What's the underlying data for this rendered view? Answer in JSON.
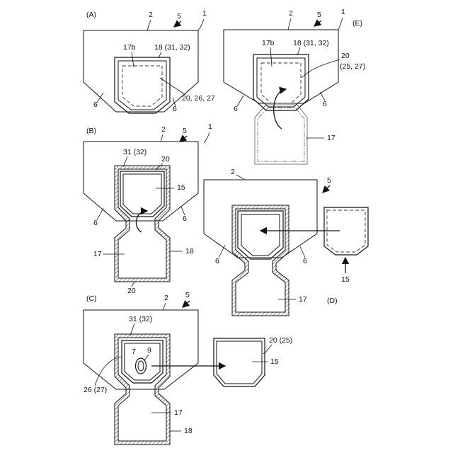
{
  "panels": {
    "A": {
      "label": "(A)",
      "refs": {
        "r2": "2",
        "r5": "5",
        "r1": "1",
        "r17b": "17b",
        "r18": "18 (31, 32)",
        "r20": "20, 26, 27",
        "r6l": "6",
        "r6r": "6"
      }
    },
    "E": {
      "label": "(E)",
      "refs": {
        "r2": "2",
        "r5": "5",
        "r1": "1",
        "r17b": "17b",
        "r18": "18 (31, 32)",
        "r20a": "20",
        "r20b": "(25, 27)",
        "r6l": "6",
        "r6r": "6",
        "r17": "17"
      }
    },
    "B": {
      "label": "(B)",
      "refs": {
        "r2": "2",
        "r5": "5",
        "r1": "1",
        "r31": "31 (32)",
        "r20top": "20",
        "r15": "15",
        "r6l": "6",
        "r6r": "6",
        "r17": "17",
        "r18": "18",
        "r20bot": "20"
      }
    },
    "D": {
      "label": "(D)",
      "refs": {
        "r2": "2",
        "r5": "5",
        "r6l": "6",
        "r6r": "6",
        "r17": "17",
        "r15": "15"
      }
    },
    "C": {
      "label": "(C)",
      "refs": {
        "r2": "2",
        "r5": "5",
        "r31": "31 (32)",
        "r7": "7",
        "r9": "9",
        "r26": "26 (27)",
        "r17": "17",
        "r18": "18",
        "r20": "20 (25)",
        "r15": "15"
      }
    }
  }
}
